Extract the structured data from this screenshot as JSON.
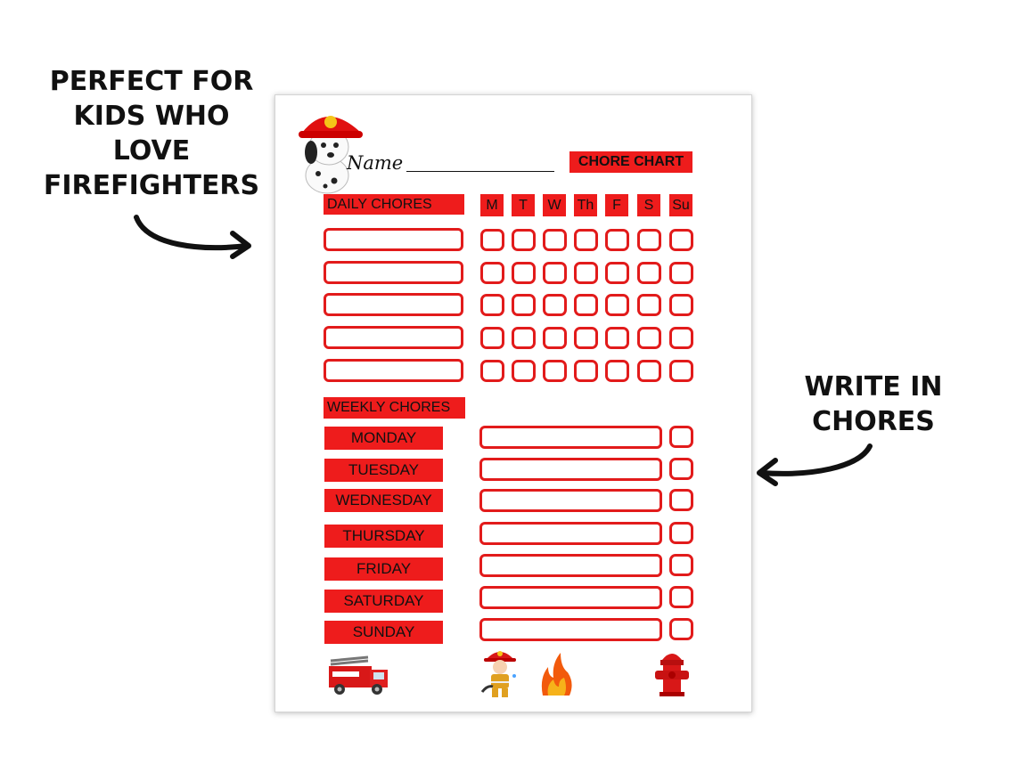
{
  "callouts": {
    "left": "PERFECT FOR\nKIDS WHO\nLOVE\nFIREFIGHTERS",
    "right": "WRITE IN\nCHORES"
  },
  "sheet": {
    "name_label": "Name",
    "title": "CHORE CHART",
    "daily_header": "DAILY CHORES",
    "days": [
      "M",
      "T",
      "W",
      "Th",
      "F",
      "S",
      "Su"
    ],
    "weekly_header": "WEEKLY CHORES",
    "weekdays": [
      "MONDAY",
      "TUESDAY",
      "WEDNESDAY",
      "THURSDAY",
      "FRIDAY",
      "SATURDAY",
      "SUNDAY"
    ]
  },
  "illustrations": [
    "dalmatian-firefighter-icon",
    "fire-truck-icon",
    "firefighter-kid-icon",
    "flame-icon",
    "fire-hydrant-icon"
  ],
  "colors": {
    "accent_red": "#ee1c1c",
    "outline_red": "#e21b1b",
    "text": "#111111"
  }
}
